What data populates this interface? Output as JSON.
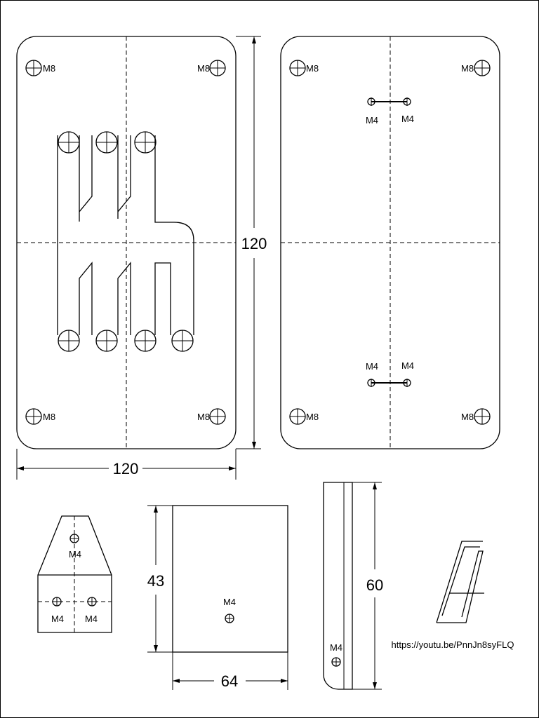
{
  "labels": {
    "m8": "M8",
    "m4": "M4"
  },
  "dimensions": {
    "plate_width": "120",
    "plate_height": "120",
    "box_height": "43",
    "box_width": "64",
    "bracket_height": "60"
  },
  "link_text": "https://youtu.be/PnnJn8syFLQ",
  "logo": "AJ logo",
  "colors": {
    "line": "#000000",
    "background": "#ffffff"
  }
}
